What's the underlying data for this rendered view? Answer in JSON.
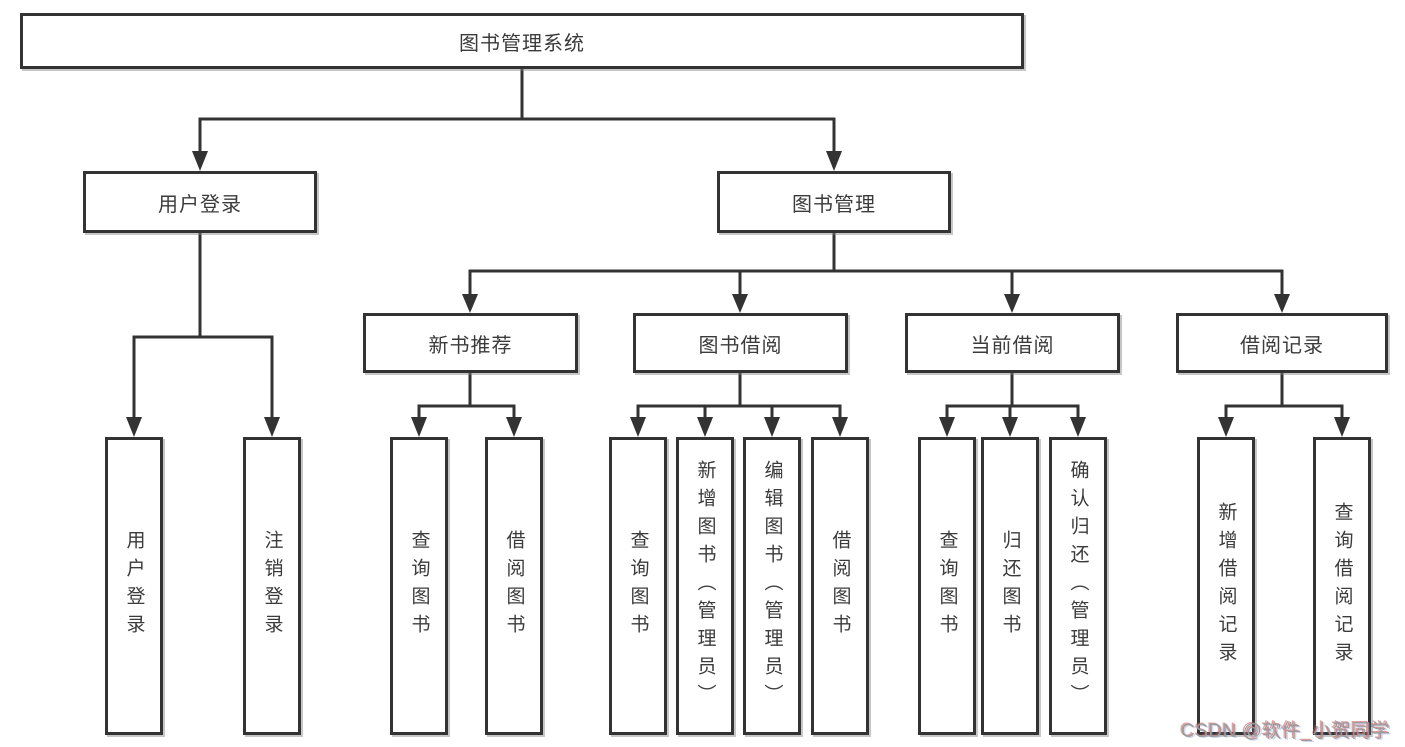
{
  "diagram": {
    "type": "hierarchy-tree",
    "nodes": {
      "root": "图书管理系统",
      "user_login": "用户登录",
      "book_management": "图书管理",
      "new_book_recommend": "新书推荐",
      "book_borrowing": "图书借阅",
      "current_borrowing": "当前借阅",
      "borrowing_records": "借阅记录",
      "leaf_user_login": "用户登录",
      "leaf_logout": "注销登录",
      "nbr_query_books": "查询图书",
      "nbr_borrow_books": "借阅图书",
      "bb_query_books": "查询图书",
      "bb_add_books_admin": "新增图书（管理员）",
      "bb_edit_books_admin": "编辑图书（管理员）",
      "bb_borrow_books": "借阅图书",
      "cb_query_books": "查询图书",
      "cb_return_books": "归还图书",
      "cb_confirm_return_admin": "确认归还（管理员）",
      "br_add_record": "新增借阅记录",
      "br_query_record": "查询借阅记录"
    },
    "hierarchy": {
      "图书管理系统": {
        "用户登录": [
          "用户登录",
          "注销登录"
        ],
        "图书管理": {
          "新书推荐": [
            "查询图书",
            "借阅图书"
          ],
          "图书借阅": [
            "查询图书",
            "新增图书（管理员）",
            "编辑图书（管理员）",
            "借阅图书"
          ],
          "当前借阅": [
            "查询图书",
            "归还图书",
            "确认归还（管理员）"
          ],
          "借阅记录": [
            "新增借阅记录",
            "查询借阅记录"
          ]
        }
      }
    },
    "watermark": "CSDN @软件_小贺同学",
    "colors": {
      "line": "#333333",
      "box_border": "#333333",
      "box_fill": "#ffffff",
      "text": "#3b3b3b",
      "watermark_text": "#9c9c9c",
      "background": "#ffffff"
    }
  }
}
